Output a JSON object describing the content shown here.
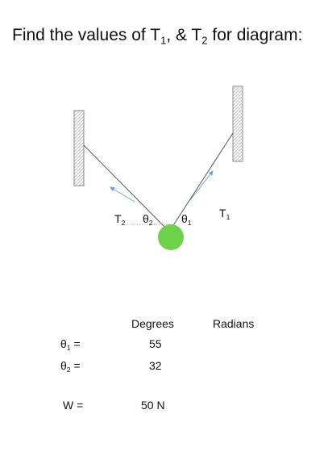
{
  "title": {
    "prefix": "Find the values of T",
    "sub1": "1",
    "mid": ", & T",
    "sub2": "2",
    "suffix": " for diagram:"
  },
  "diagram": {
    "label_t2": {
      "main": "T",
      "sub": "2"
    },
    "label_theta2": {
      "main": "θ",
      "sub": "2"
    },
    "label_theta1": {
      "main": "θ",
      "sub": "1"
    },
    "label_t1": {
      "main": "T",
      "sub": "1"
    },
    "colors": {
      "ball": "#6dd14a",
      "arrow": "#6f9fd8",
      "line": "#555555",
      "wall": "#888888"
    }
  },
  "table": {
    "header_degrees": "Degrees",
    "header_radians": "Radians",
    "rows": [
      {
        "label_main": "θ",
        "label_sub": "1",
        "label_eq": " =",
        "degrees": "55"
      },
      {
        "label_main": "θ",
        "label_sub": "2",
        "label_eq": " =",
        "degrees": "32"
      }
    ],
    "weight_label": "W =",
    "weight_value": "50 N"
  }
}
